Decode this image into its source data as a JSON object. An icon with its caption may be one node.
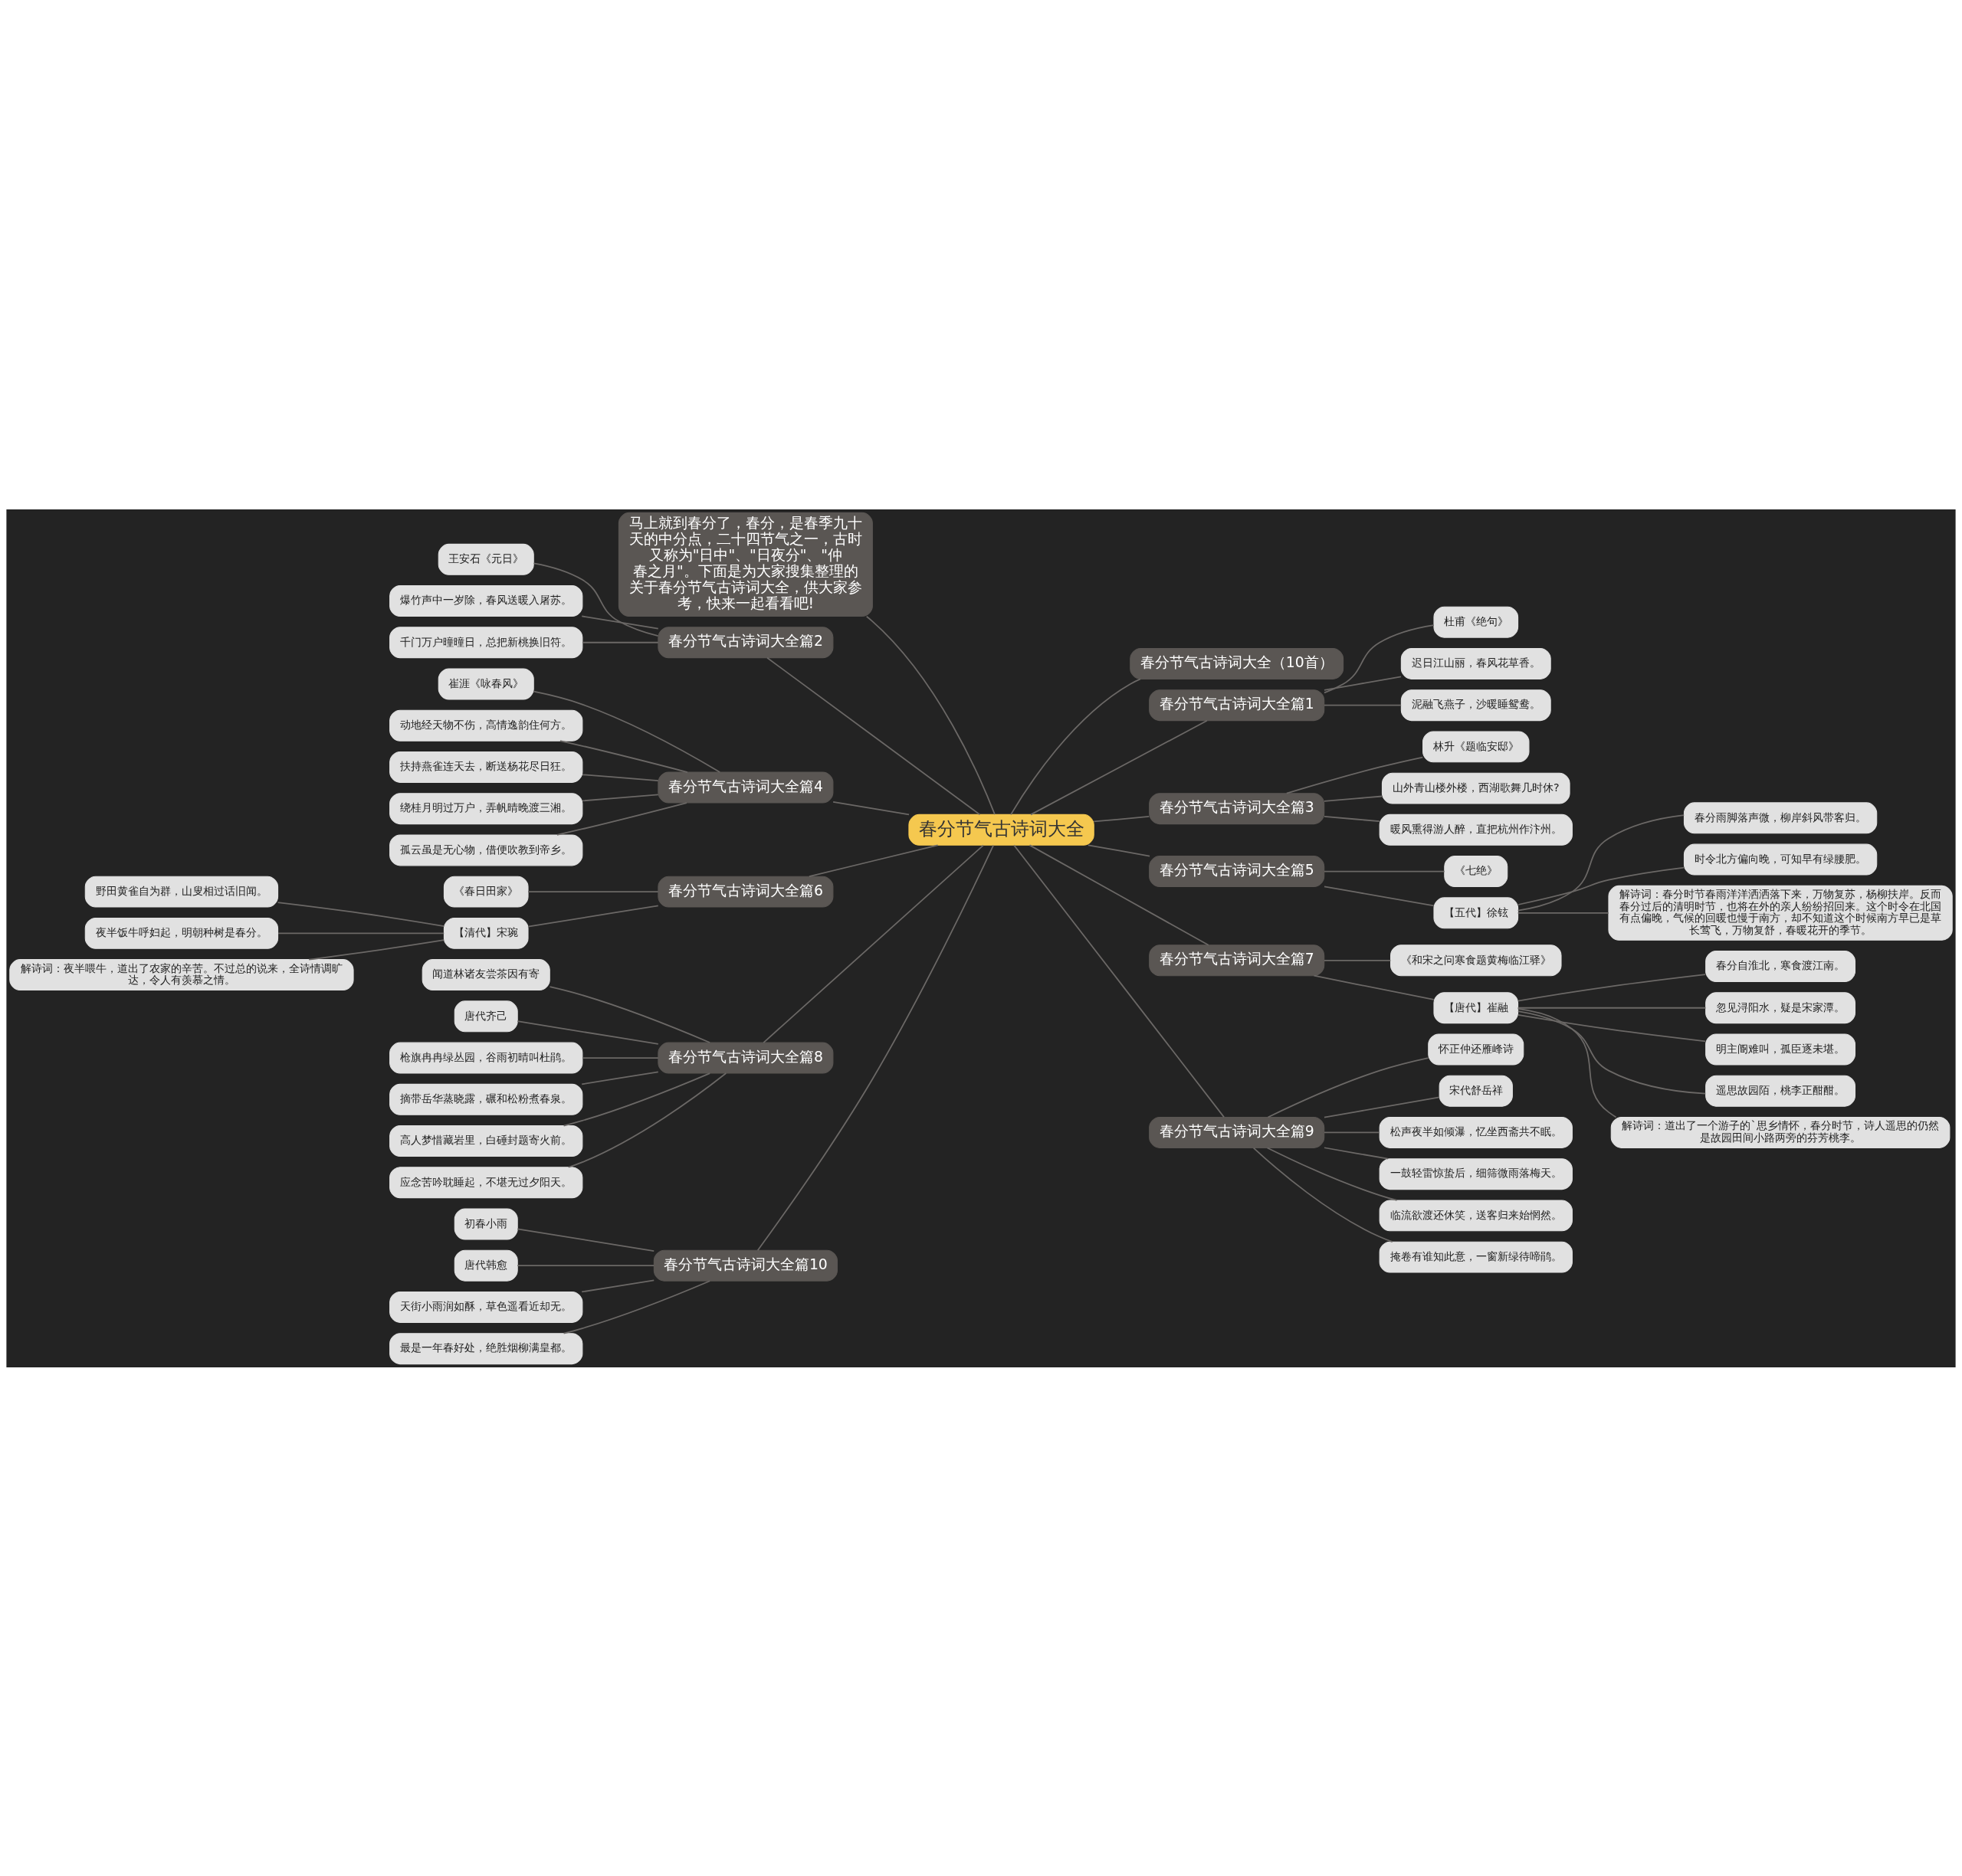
{
  "diagram": {
    "nodes": [
      {
        "text": [
          "春分节气古诗词大全"
        ]
      },
      {
        "text": [
          "马上就到春分了，春分，是春季九十天的中分点，二十四节气之一，古时又称为\"日中\"、\"日夜分\"、\"仲春之月\"。下面是为大家搜集整理的关于春分节气古诗词大全，供大家参考，快来一起看看吧!"
        ]
      },
      {
        "text": [
          "春分节气古诗词大全（10首）"
        ]
      },
      {
        "text": [
          "春分节气古诗词大全篇1"
        ]
      },
      {
        "text": [
          "杜甫《绝句》"
        ]
      },
      {
        "text": [
          "迟日江山丽，春风花草香。"
        ]
      },
      {
        "text": [
          "泥融飞燕子，沙暖睡鸳鸯。"
        ]
      },
      {
        "text": [
          "春分节气古诗词大全篇2"
        ]
      },
      {
        "text": [
          "王安石《元日》"
        ]
      },
      {
        "text": [
          "爆竹声中一岁除，春风送暖入屠苏。"
        ]
      },
      {
        "text": [
          "千门万户曈曈日，总把新桃换旧符。"
        ]
      },
      {
        "text": [
          "春分节气古诗词大全篇3"
        ]
      },
      {
        "text": [
          "林升《题临安邸》"
        ]
      },
      {
        "text": [
          "山外青山楼外楼，西湖歌舞几时休?"
        ]
      },
      {
        "text": [
          "暖风熏得游人醉，直把杭州作汴州。"
        ]
      },
      {
        "text": [
          "春分节气古诗词大全篇4"
        ]
      },
      {
        "text": [
          "崔涯《咏春风》"
        ]
      },
      {
        "text": [
          "动地经天物不伤，高情逸韵住何方。"
        ]
      },
      {
        "text": [
          "扶持燕雀连天去，断送杨花尽日狂。"
        ]
      },
      {
        "text": [
          "绕桂月明过万户，弄帆晴晚渡三湘。"
        ]
      },
      {
        "text": [
          "孤云虽是无心物，借便吹教到帝乡。"
        ]
      },
      {
        "text": [
          "春分节气古诗词大全篇5"
        ]
      },
      {
        "text": [
          "《七绝》"
        ]
      },
      {
        "text": [
          "【五代】徐铉"
        ]
      },
      {
        "text": [
          "春分雨脚落声微，柳岸斜风带客归。"
        ]
      },
      {
        "text": [
          "时令北方偏向晚，可知早有绿腰肥。"
        ]
      },
      {
        "text": [
          "解诗词：春分时节春雨洋洋洒洒落下来，万物复苏，杨柳扶岸。反而春分过后的清明时节，也将在外的亲人纷纷招回来。这个时令在北国有点偏晚，气候的回暖也慢于南方，却不知道这个时候南方早已是草长莺飞，万物复舒，春暖花开的季节。"
        ]
      },
      {
        "text": [
          "春分节气古诗词大全篇6"
        ]
      },
      {
        "text": [
          "《春日田家》"
        ]
      },
      {
        "text": [
          "【清代】宋琬"
        ]
      },
      {
        "text": [
          "野田黄雀自为群，山叟相过话旧闻。"
        ]
      },
      {
        "text": [
          "夜半饭牛呼妇起，明朝种树是春分。"
        ]
      },
      {
        "text": [
          "解诗词：夜半喂牛，道出了农家的辛苦。不过总的说来，全诗情调旷达，令人有羡慕之情。"
        ]
      },
      {
        "text": [
          "春分节气古诗词大全篇7"
        ]
      },
      {
        "text": [
          "《和宋之问寒食题黄梅临江驿》"
        ]
      },
      {
        "text": [
          "【唐代】崔融"
        ]
      },
      {
        "text": [
          "春分自淮北，寒食渡江南。"
        ]
      },
      {
        "text": [
          "忽见浔阳水，疑是宋家潭。"
        ]
      },
      {
        "text": [
          "明主阍难叫，孤臣逐未堪。"
        ]
      },
      {
        "text": [
          "遥思故园陌，桃李正酣酣。"
        ]
      },
      {
        "text": [
          "解诗词：道出了一个游子的`思乡情怀，春分时节，诗人遥思的仍然是故园田间小路两旁的芬芳桃李。"
        ]
      },
      {
        "text": [
          "春分节气古诗词大全篇8"
        ]
      },
      {
        "text": [
          "闻道林诸友尝茶因有寄"
        ]
      },
      {
        "text": [
          "唐代齐己"
        ]
      },
      {
        "text": [
          "枪旗冉冉绿丛园，谷雨初晴叫杜鹃。"
        ]
      },
      {
        "text": [
          "摘带岳华蒸晓露，碾和松粉煮春泉。"
        ]
      },
      {
        "text": [
          "高人梦惜藏岩里，白硾封题寄火前。"
        ]
      },
      {
        "text": [
          "应念苦吟耽睡起，不堪无过夕阳天。"
        ]
      },
      {
        "text": [
          "春分节气古诗词大全篇9"
        ]
      },
      {
        "text": [
          "怀正仲还雁峰诗"
        ]
      },
      {
        "text": [
          "宋代舒岳祥"
        ]
      },
      {
        "text": [
          "松声夜半如倾瀑，忆坐西斋共不眠。"
        ]
      },
      {
        "text": [
          "一鼓轻雷惊蛰后，细筛微雨落梅天。"
        ]
      },
      {
        "text": [
          "临流欲渡还休笑，送客归来始惘然。"
        ]
      },
      {
        "text": [
          "掩卷有谁知此意，一窗新绿待啼鹃。"
        ]
      },
      {
        "text": [
          "春分节气古诗词大全篇10"
        ]
      },
      {
        "text": [
          "初春小雨"
        ]
      },
      {
        "text": [
          "唐代韩愈"
        ]
      },
      {
        "text": [
          "天街小雨润如酥，草色遥看近却无。"
        ]
      },
      {
        "text": [
          "最是一年春好处，绝胜烟柳满皇都。"
        ]
      }
    ],
    "edges": [
      {
        "from": 0,
        "to": 1,
        "arrow": "none"
      },
      {
        "from": 0,
        "to": 2,
        "arrow": "none"
      },
      {
        "from": 0,
        "to": 3,
        "arrow": "none"
      },
      {
        "from": 3,
        "to": 4,
        "arrow": "none"
      },
      {
        "from": 3,
        "to": 5,
        "arrow": "none"
      },
      {
        "from": 3,
        "to": 6,
        "arrow": "none"
      },
      {
        "from": 0,
        "to": 7,
        "arrow": "none"
      },
      {
        "from": 7,
        "to": 8,
        "arrow": "none"
      },
      {
        "from": 7,
        "to": 9,
        "arrow": "none"
      },
      {
        "from": 7,
        "to": 10,
        "arrow": "none"
      },
      {
        "from": 0,
        "to": 11,
        "arrow": "none"
      },
      {
        "from": 11,
        "to": 12,
        "arrow": "none"
      },
      {
        "from": 11,
        "to": 13,
        "arrow": "none"
      },
      {
        "from": 11,
        "to": 14,
        "arrow": "none"
      },
      {
        "from": 0,
        "to": 15,
        "arrow": "none"
      },
      {
        "from": 15,
        "to": 16,
        "arrow": "none"
      },
      {
        "from": 15,
        "to": 17,
        "arrow": "none"
      },
      {
        "from": 15,
        "to": 18,
        "arrow": "none"
      },
      {
        "from": 15,
        "to": 19,
        "arrow": "none"
      },
      {
        "from": 15,
        "to": 20,
        "arrow": "none"
      },
      {
        "from": 0,
        "to": 21,
        "arrow": "none"
      },
      {
        "from": 21,
        "to": 22,
        "arrow": "none"
      },
      {
        "from": 21,
        "to": 23,
        "arrow": "none"
      },
      {
        "from": 23,
        "to": 24,
        "arrow": "none"
      },
      {
        "from": 23,
        "to": 25,
        "arrow": "none"
      },
      {
        "from": 23,
        "to": 26,
        "arrow": "none"
      },
      {
        "from": 0,
        "to": 27,
        "arrow": "none"
      },
      {
        "from": 27,
        "to": 28,
        "arrow": "none"
      },
      {
        "from": 27,
        "to": 29,
        "arrow": "none"
      },
      {
        "from": 29,
        "to": 30,
        "arrow": "none"
      },
      {
        "from": 29,
        "to": 31,
        "arrow": "none"
      },
      {
        "from": 29,
        "to": 32,
        "arrow": "none"
      },
      {
        "from": 0,
        "to": 33,
        "arrow": "none"
      },
      {
        "from": 33,
        "to": 34,
        "arrow": "none"
      },
      {
        "from": 33,
        "to": 35,
        "arrow": "none"
      },
      {
        "from": 35,
        "to": 36,
        "arrow": "none"
      },
      {
        "from": 35,
        "to": 37,
        "arrow": "none"
      },
      {
        "from": 35,
        "to": 38,
        "arrow": "none"
      },
      {
        "from": 35,
        "to": 39,
        "arrow": "none"
      },
      {
        "from": 35,
        "to": 40,
        "arrow": "none"
      },
      {
        "from": 0,
        "to": 41,
        "arrow": "none"
      },
      {
        "from": 41,
        "to": 42,
        "arrow": "none"
      },
      {
        "from": 41,
        "to": 43,
        "arrow": "none"
      },
      {
        "from": 41,
        "to": 44,
        "arrow": "none"
      },
      {
        "from": 41,
        "to": 45,
        "arrow": "none"
      },
      {
        "from": 41,
        "to": 46,
        "arrow": "none"
      },
      {
        "from": 41,
        "to": 47,
        "arrow": "none"
      },
      {
        "from": 0,
        "to": 48,
        "arrow": "none"
      },
      {
        "from": 48,
        "to": 49,
        "arrow": "none"
      },
      {
        "from": 48,
        "to": 50,
        "arrow": "none"
      },
      {
        "from": 48,
        "to": 51,
        "arrow": "none"
      },
      {
        "from": 48,
        "to": 52,
        "arrow": "none"
      },
      {
        "from": 48,
        "to": 53,
        "arrow": "none"
      },
      {
        "from": 48,
        "to": 54,
        "arrow": "none"
      },
      {
        "from": 0,
        "to": 55,
        "arrow": "none"
      },
      {
        "from": 55,
        "to": 56,
        "arrow": "none"
      },
      {
        "from": 55,
        "to": 57,
        "arrow": "none"
      },
      {
        "from": 55,
        "to": 58,
        "arrow": "none"
      },
      {
        "from": 55,
        "to": 59,
        "arrow": "none"
      }
    ]
  }
}
